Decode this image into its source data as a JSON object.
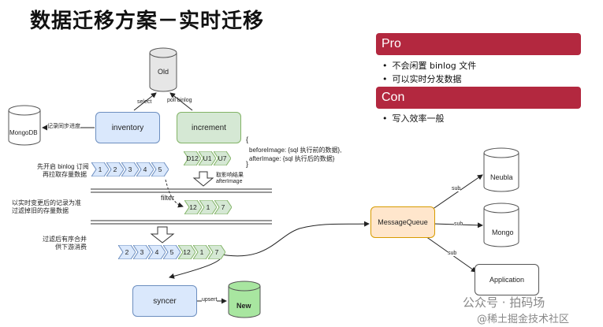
{
  "title": "数据迁移方案－实时迁移",
  "pro": {
    "heading": "Pro",
    "items": [
      "不会闲置 binlog 文件",
      "可以实时分发数据"
    ]
  },
  "con": {
    "heading": "Con",
    "items": [
      "写入效率一般"
    ]
  },
  "nodes": {
    "old": "Old",
    "mongodb": "MongoDB",
    "inventory": "inventory",
    "increment": "increment",
    "syncer": "syncer",
    "new": "New",
    "mq": "MessageQueue",
    "neubla": "Neubla",
    "mongo": "Mongo",
    "application": "Application"
  },
  "edges": {
    "select": "select",
    "poll": "poll binlog",
    "record": "记录同步进度",
    "upsert": "upsert",
    "sub1": "sub",
    "sub2": "sub",
    "sub3": "sub"
  },
  "notes": {
    "after_before": "beforeImage: {sql 执行前的数据},",
    "after_after": "afterImage: {sql 执行后的数据}",
    "brace_open": "{",
    "brace_close": "}",
    "take_effect1": "取影响结果",
    "take_effect2": "afterImage",
    "left1a": "先开启 binlog 订阅",
    "left1b": "再拉取存量数据",
    "left2a": "以实时变更后的记录为准",
    "left2b": "过滤掉旧的存量数据",
    "left3a": "过滤后有序合并",
    "left3b": "供下游消费",
    "filter": "filter"
  },
  "streams": {
    "increment_chev": [
      "D12",
      "U1",
      "U7"
    ],
    "inventory_chev": [
      "1",
      "2",
      "3",
      "4",
      "5"
    ],
    "filtered_chev": [
      "12",
      "1",
      "7"
    ],
    "merged_chev": [
      "2",
      "3",
      "4",
      "5",
      "12",
      "1",
      "7"
    ]
  },
  "watermark": {
    "line1": "公众号 · 拍码场",
    "line2": "@稀土掘金技术社区"
  },
  "colors": {
    "pro_con_bg": "#b3283f",
    "blue_fill": "#dae8fc",
    "blue_stroke": "#6c8ebf",
    "green_fill": "#d5e8d4",
    "green_stroke": "#82b366",
    "orange_fill": "#ffe6cc",
    "orange_stroke": "#d79b00",
    "new_fill": "#a8e6a0"
  }
}
